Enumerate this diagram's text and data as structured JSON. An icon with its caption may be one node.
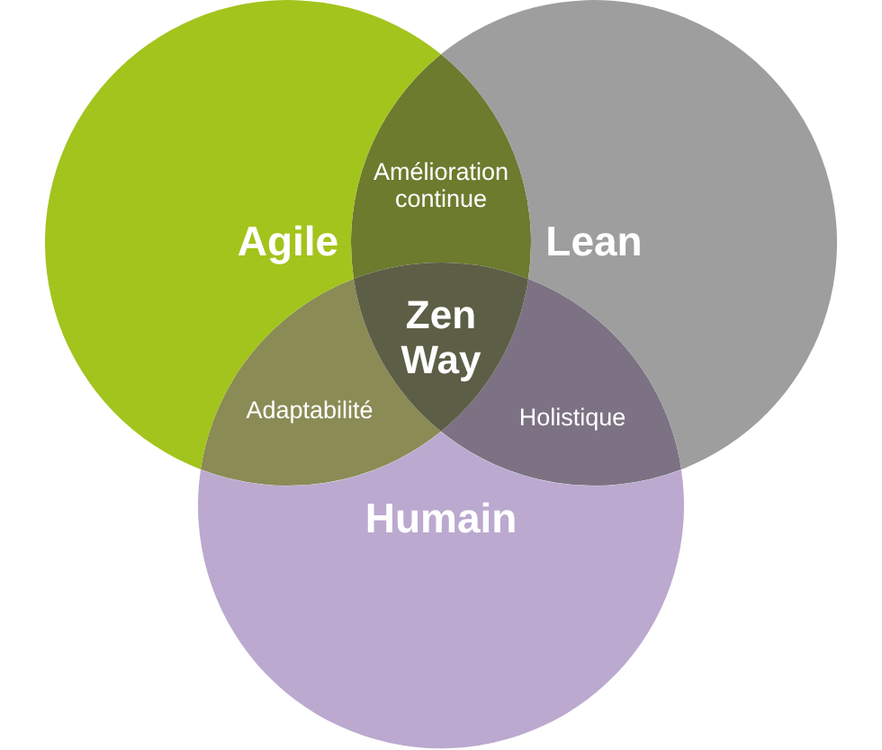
{
  "diagram": {
    "nodes": [
      {
        "text": [
          "Agile"
        ]
      },
      {
        "text": [
          "Lean"
        ]
      },
      {
        "text": [
          "Humain"
        ]
      }
    ],
    "labels": [
      "Amélioration continue",
      "Zen Way",
      "Adaptabilité",
      "Holistique"
    ]
  }
}
